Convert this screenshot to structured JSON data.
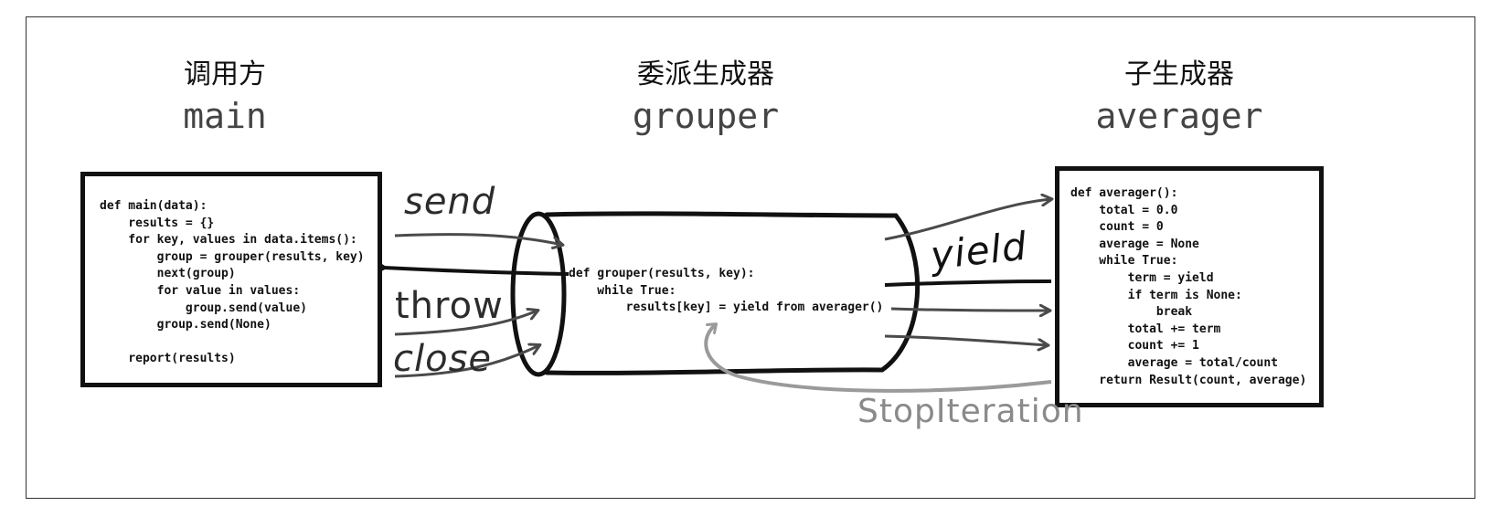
{
  "columns": {
    "caller": {
      "title_zh": "调用方",
      "title_en": "main"
    },
    "delegating": {
      "title_zh": "委派生成器",
      "title_en": "grouper"
    },
    "subgenerator": {
      "title_zh": "子生成器",
      "title_en": "averager"
    }
  },
  "code": {
    "main": "def main(data):\n    results = {}\n    for key, values in data.items():\n        group = grouper(results, key)\n        next(group)\n        for value in values:\n            group.send(value)\n        group.send(None)\n\n    report(results)",
    "grouper": "def grouper(results, key):\n    while True:\n        results[key] = yield from averager()",
    "averager": "def averager():\n    total = 0.0\n    count = 0\n    average = None\n    while True:\n        term = yield\n        if term is None:\n            break\n        total += term\n        count += 1\n        average = total/count\n    return Result(count, average)"
  },
  "labels": {
    "send": "send",
    "throw": "throw",
    "close": "close",
    "yield": "yield",
    "stop_iteration": "StopIteration"
  },
  "colors": {
    "ink": "#111111",
    "arrow_gray": "#4a4a4a",
    "return_arrow": "#9a9a9a",
    "stop_text": "#8a8a8a"
  }
}
